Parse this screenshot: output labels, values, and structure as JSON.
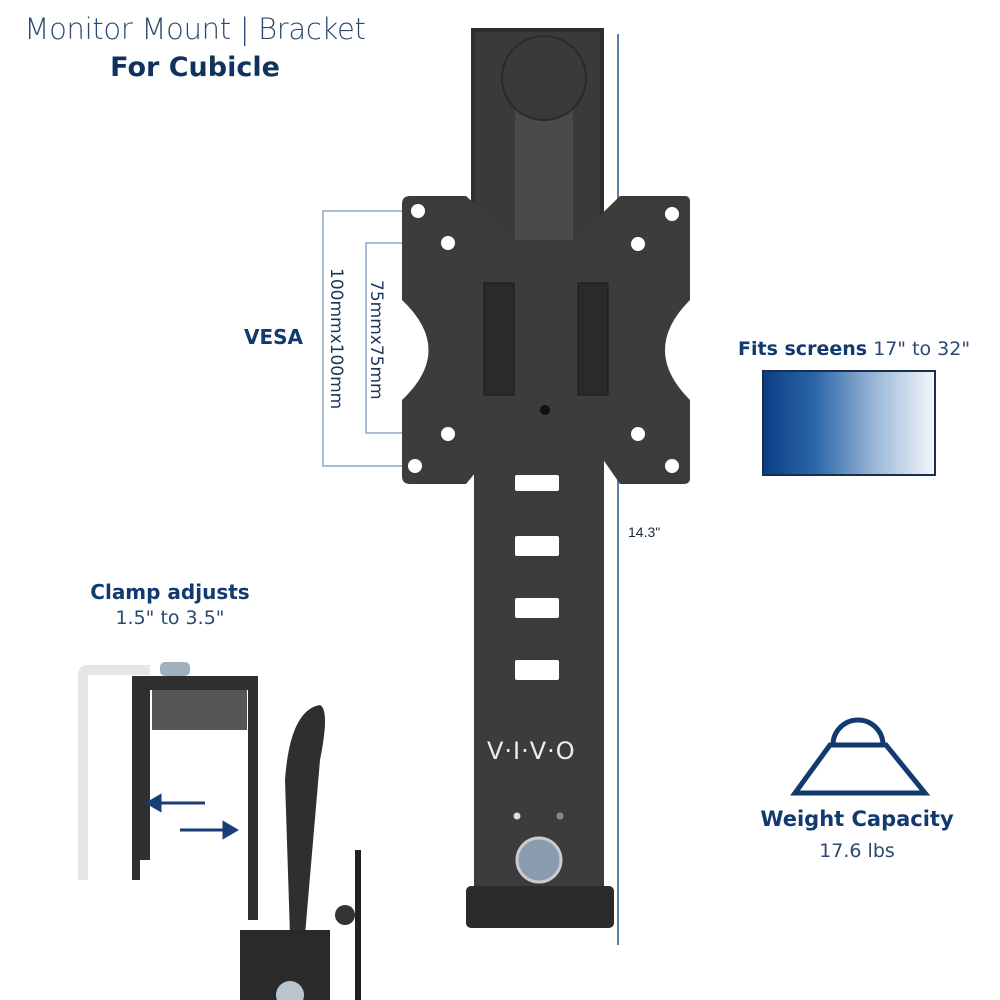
{
  "title": {
    "line1": "Monitor Mount | Bracket",
    "line2": "For Cubicle"
  },
  "vesa": {
    "label": "VESA",
    "sizes": [
      "100mmx100mm",
      "75mmx75mm"
    ]
  },
  "screen_fit": {
    "label_bold": "Fits screens",
    "range": "17\" to 32\""
  },
  "height_dimension": "14.3\"",
  "clamp": {
    "title": "Clamp adjusts",
    "range": "1.5\" to 3.5\""
  },
  "weight": {
    "title": "Weight Capacity",
    "value": "17.6 lbs",
    "icon": "weight-icon"
  },
  "brand": "V·I·V·O",
  "colors": {
    "accent": "#123a6e",
    "metal": "#3c3c3c",
    "dim_line": "#5b7ea6"
  }
}
